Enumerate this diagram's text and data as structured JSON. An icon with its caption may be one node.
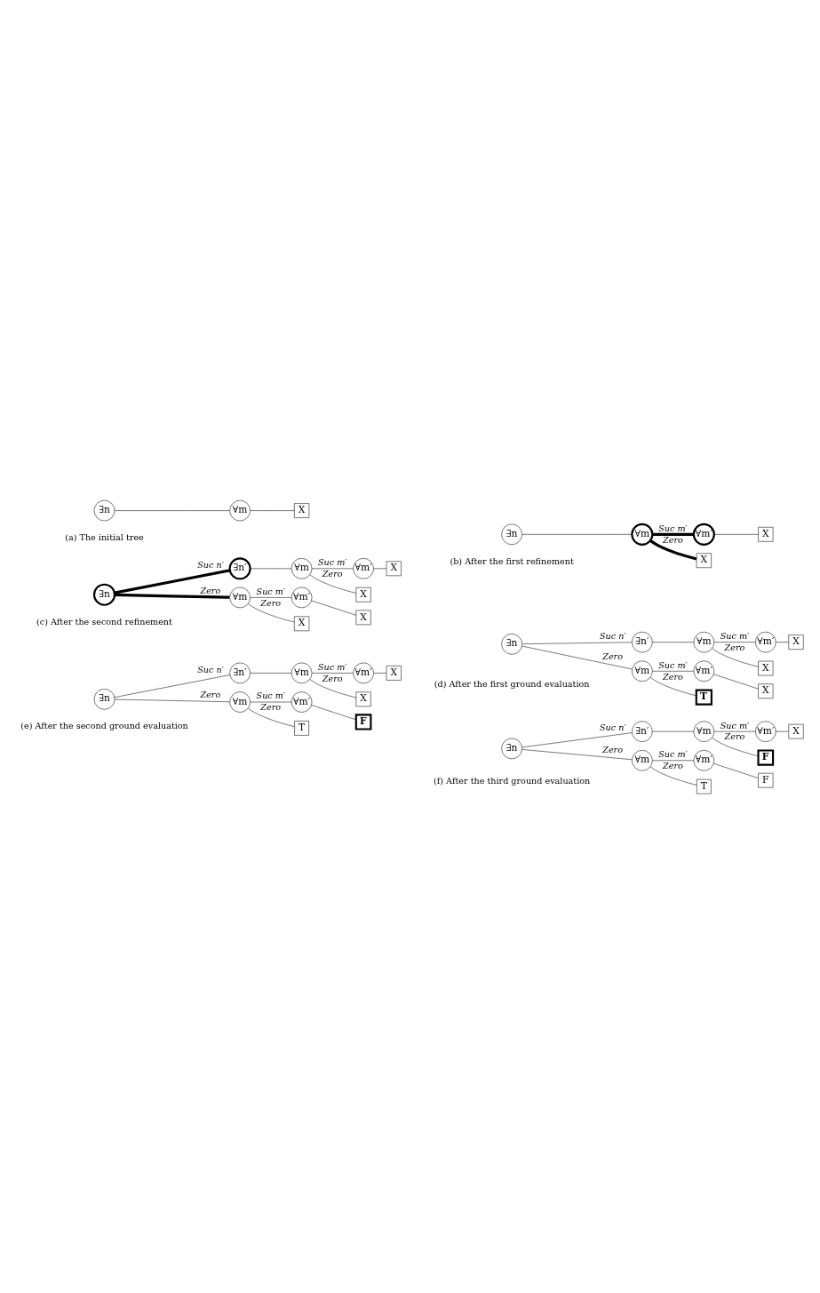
{
  "diagram": {
    "nodes": [
      {
        "text": [
          "∃n"
        ]
      },
      {
        "text": [
          "∀m"
        ]
      },
      {
        "text": [
          "X"
        ]
      },
      {
        "text": [
          "∃n"
        ]
      },
      {
        "text": [
          "∀m"
        ]
      },
      {
        "text": [
          "X"
        ]
      },
      {
        "text": [
          "∀m′"
        ]
      },
      {
        "text": [
          "X"
        ]
      },
      {
        "text": [
          "∃n"
        ]
      },
      {
        "text": [
          "∀m"
        ]
      },
      {
        "text": [
          "X"
        ]
      },
      {
        "text": [
          "∀m′"
        ]
      },
      {
        "text": [
          "X"
        ]
      },
      {
        "text": [
          "∃n′"
        ]
      },
      {
        "text": [
          "∀m"
        ]
      },
      {
        "text": [
          "X"
        ]
      },
      {
        "text": [
          "∀m′"
        ]
      },
      {
        "text": [
          "X"
        ]
      },
      {
        "text": [
          "∃n"
        ]
      },
      {
        "text": [
          "∀m"
        ]
      },
      {
        "text": [
          "T"
        ]
      },
      {
        "text": [
          "∀m′"
        ]
      },
      {
        "text": [
          "X"
        ]
      },
      {
        "text": [
          "∃n′"
        ]
      },
      {
        "text": [
          "∀m"
        ]
      },
      {
        "text": [
          "X"
        ]
      },
      {
        "text": [
          "∀m′"
        ]
      },
      {
        "text": [
          "X"
        ]
      },
      {
        "text": [
          "∃n"
        ]
      },
      {
        "text": [
          "∀m"
        ]
      },
      {
        "text": [
          "T"
        ]
      },
      {
        "text": [
          "∀m′"
        ]
      },
      {
        "text": [
          "F"
        ]
      },
      {
        "text": [
          "∃n′"
        ]
      },
      {
        "text": [
          "∀m"
        ]
      },
      {
        "text": [
          "X"
        ]
      },
      {
        "text": [
          "∀m′"
        ]
      },
      {
        "text": [
          "X"
        ]
      },
      {
        "text": [
          "∃n"
        ]
      },
      {
        "text": [
          "∀m"
        ]
      },
      {
        "text": [
          "T"
        ]
      },
      {
        "text": [
          "∀m′"
        ]
      },
      {
        "text": [
          "F"
        ]
      },
      {
        "text": [
          "∃n′"
        ]
      },
      {
        "text": [
          "∀m"
        ]
      },
      {
        "text": [
          "F"
        ]
      },
      {
        "text": [
          "∀m′"
        ]
      },
      {
        "text": [
          "X"
        ]
      }
    ],
    "edges": [
      {
        "from": 0,
        "to": 1,
        "arrow": "none"
      },
      {
        "from": 1,
        "to": 2,
        "arrow": "none"
      },
      {
        "from": 3,
        "to": 4,
        "arrow": "none"
      },
      {
        "from": 4,
        "to": 5,
        "label": "Zero",
        "arrow": "none",
        "style": "thick"
      },
      {
        "from": 4,
        "to": 6,
        "label": "Suc m′",
        "arrow": "none",
        "style": "thick"
      },
      {
        "from": 6,
        "to": 7,
        "arrow": "none"
      },
      {
        "from": 8,
        "to": 9,
        "label": "Zero",
        "arrow": "none",
        "style": "thick"
      },
      {
        "from": 9,
        "to": 10,
        "label": "Zero",
        "arrow": "none"
      },
      {
        "from": 9,
        "to": 11,
        "label": "Suc m′",
        "arrow": "none"
      },
      {
        "from": 11,
        "to": 12,
        "arrow": "none"
      },
      {
        "from": 8,
        "to": 13,
        "label": "Suc n′",
        "arrow": "none",
        "style": "thick"
      },
      {
        "from": 13,
        "to": 14,
        "arrow": "none"
      },
      {
        "from": 14,
        "to": 15,
        "label": "Zero",
        "arrow": "none"
      },
      {
        "from": 14,
        "to": 16,
        "label": "Suc m′",
        "arrow": "none"
      },
      {
        "from": 16,
        "to": 17,
        "arrow": "none"
      },
      {
        "from": 18,
        "to": 19,
        "label": "Zero",
        "arrow": "none"
      },
      {
        "from": 19,
        "to": 20,
        "label": "Zero",
        "arrow": "none"
      },
      {
        "from": 19,
        "to": 21,
        "label": "Suc m′",
        "arrow": "none"
      },
      {
        "from": 21,
        "to": 22,
        "arrow": "none"
      },
      {
        "from": 18,
        "to": 23,
        "label": "Suc n′",
        "arrow": "none"
      },
      {
        "from": 23,
        "to": 24,
        "arrow": "none"
      },
      {
        "from": 24,
        "to": 25,
        "label": "Zero",
        "arrow": "none"
      },
      {
        "from": 24,
        "to": 26,
        "label": "Suc m′",
        "arrow": "none"
      },
      {
        "from": 26,
        "to": 27,
        "arrow": "none"
      },
      {
        "from": 28,
        "to": 29,
        "label": "Zero",
        "arrow": "none"
      },
      {
        "from": 29,
        "to": 30,
        "label": "Zero",
        "arrow": "none"
      },
      {
        "from": 29,
        "to": 31,
        "label": "Suc m′",
        "arrow": "none"
      },
      {
        "from": 31,
        "to": 32,
        "arrow": "none"
      },
      {
        "from": 28,
        "to": 33,
        "label": "Suc n′",
        "arrow": "none"
      },
      {
        "from": 33,
        "to": 34,
        "arrow": "none"
      },
      {
        "from": 34,
        "to": 35,
        "label": "Zero",
        "arrow": "none"
      },
      {
        "from": 34,
        "to": 36,
        "label": "Suc m′",
        "arrow": "none"
      },
      {
        "from": 36,
        "to": 37,
        "arrow": "none"
      },
      {
        "from": 38,
        "to": 39,
        "label": "Zero",
        "arrow": "none"
      },
      {
        "from": 39,
        "to": 40,
        "label": "Zero",
        "arrow": "none"
      },
      {
        "from": 39,
        "to": 41,
        "label": "Suc m′",
        "arrow": "none"
      },
      {
        "from": 41,
        "to": 42,
        "arrow": "none"
      },
      {
        "from": 38,
        "to": 43,
        "label": "Suc n′",
        "arrow": "none"
      },
      {
        "from": 43,
        "to": 44,
        "arrow": "none"
      },
      {
        "from": 44,
        "to": 45,
        "label": "Zero",
        "arrow": "none"
      },
      {
        "from": 44,
        "to": 46,
        "label": "Suc m′",
        "arrow": "none"
      },
      {
        "from": 46,
        "to": 47,
        "arrow": "none"
      }
    ],
    "labels": [
      "(a) The initial tree",
      "(b) After the first refinement",
      "(c) After the second refinement",
      "(d) After the first ground evaluation",
      "(e) After the second ground evaluation",
      "(f) After the third ground evaluation"
    ]
  }
}
